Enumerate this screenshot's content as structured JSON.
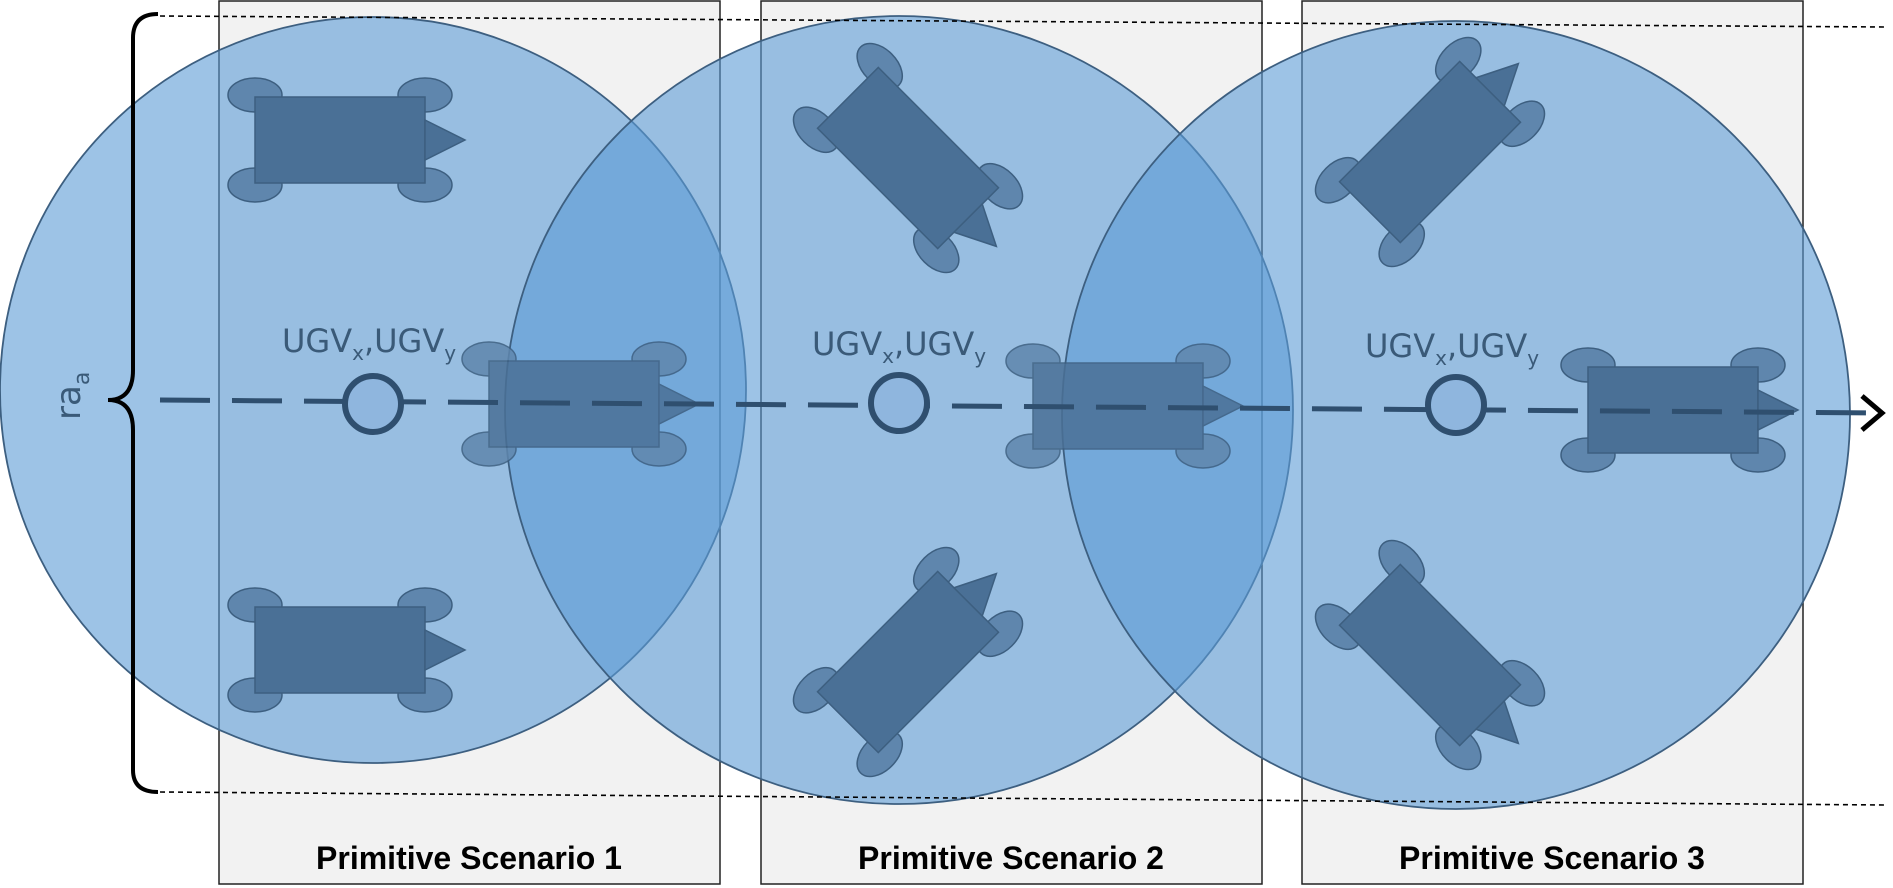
{
  "colors": {
    "circle_fill": "#5b9bd5",
    "robot_body": "#4a7096",
    "robot_stroke": "#3d5f80",
    "wheel_fill": "#5f86ad",
    "panel_fill": "#f2f2f2",
    "path_line": "#2f4f6f"
  },
  "radius_label": {
    "main": "ra",
    "subscript": "a"
  },
  "scenarios": [
    {
      "title": "Primitive Scenario 1",
      "center_label": {
        "a": "UGV",
        "a_sub": "x",
        "sep": ",",
        "b": "UGV",
        "b_sub": "y"
      }
    },
    {
      "title": "Primitive Scenario 2",
      "center_label": {
        "a": "UGV",
        "a_sub": "x",
        "sep": ",",
        "b": "UGV",
        "b_sub": "y"
      }
    },
    {
      "title": "Primitive Scenario 3",
      "center_label": {
        "a": "UGV",
        "a_sub": "x",
        "sep": ",",
        "b": "UGV",
        "b_sub": "y"
      }
    }
  ],
  "icons": {
    "robot": "ugv-robot-icon",
    "arrow": "arrow-right-icon",
    "brace": "curly-brace-icon"
  }
}
